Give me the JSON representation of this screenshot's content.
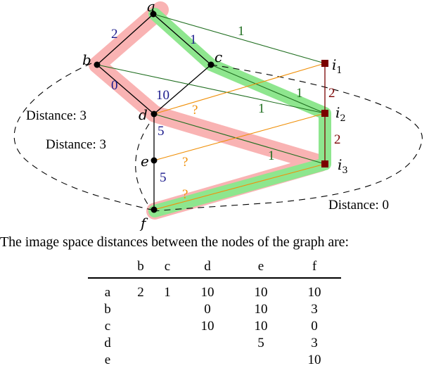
{
  "diagram": {
    "nodes": {
      "a": "a",
      "b": "b",
      "c": "c",
      "d": "d",
      "e": "e",
      "f": "f",
      "i1": {
        "base": "i",
        "sub": "1"
      },
      "i2": {
        "base": "i",
        "sub": "2"
      },
      "i3": {
        "base": "i",
        "sub": "3"
      }
    },
    "edge_weights": {
      "a_b": "2",
      "a_c": "1",
      "b_d": "0",
      "c_d": "10",
      "d_e": "5",
      "e_f": "5",
      "a_i1": "1",
      "c_i2": "1",
      "b_i2": "1",
      "d_i3": "1",
      "i1_i2": "2",
      "i2_i3": "2",
      "d_i1": "?",
      "e_i2": "?",
      "f_i3": "?"
    },
    "region_labels": {
      "left_outer": "Distance: 3",
      "left_inner": "Distance: 3",
      "right": "Distance: 0"
    },
    "colors": {
      "highlight_red": "#f9b3b3",
      "highlight_green": "#8ee68e",
      "weight_blue": "#1a1a8c",
      "weight_green": "#1f6e1f",
      "weight_red": "#7a0000",
      "unknown_orange": "#f0900a",
      "image_node": "#7a0000"
    }
  },
  "caption": "The image space distances between the nodes of the graph are:",
  "table": {
    "columns": [
      "b",
      "c",
      "d",
      "e",
      "f"
    ],
    "rows": [
      {
        "label": "a",
        "values": [
          "2",
          "1",
          "10",
          "10",
          "10"
        ]
      },
      {
        "label": "b",
        "values": [
          "",
          "",
          "0",
          "10",
          "3"
        ]
      },
      {
        "label": "c",
        "values": [
          "",
          "",
          "10",
          "10",
          "0"
        ]
      },
      {
        "label": "d",
        "values": [
          "",
          "",
          "",
          "5",
          "3"
        ]
      },
      {
        "label": "e",
        "values": [
          "",
          "",
          "",
          "",
          "10"
        ]
      }
    ]
  }
}
